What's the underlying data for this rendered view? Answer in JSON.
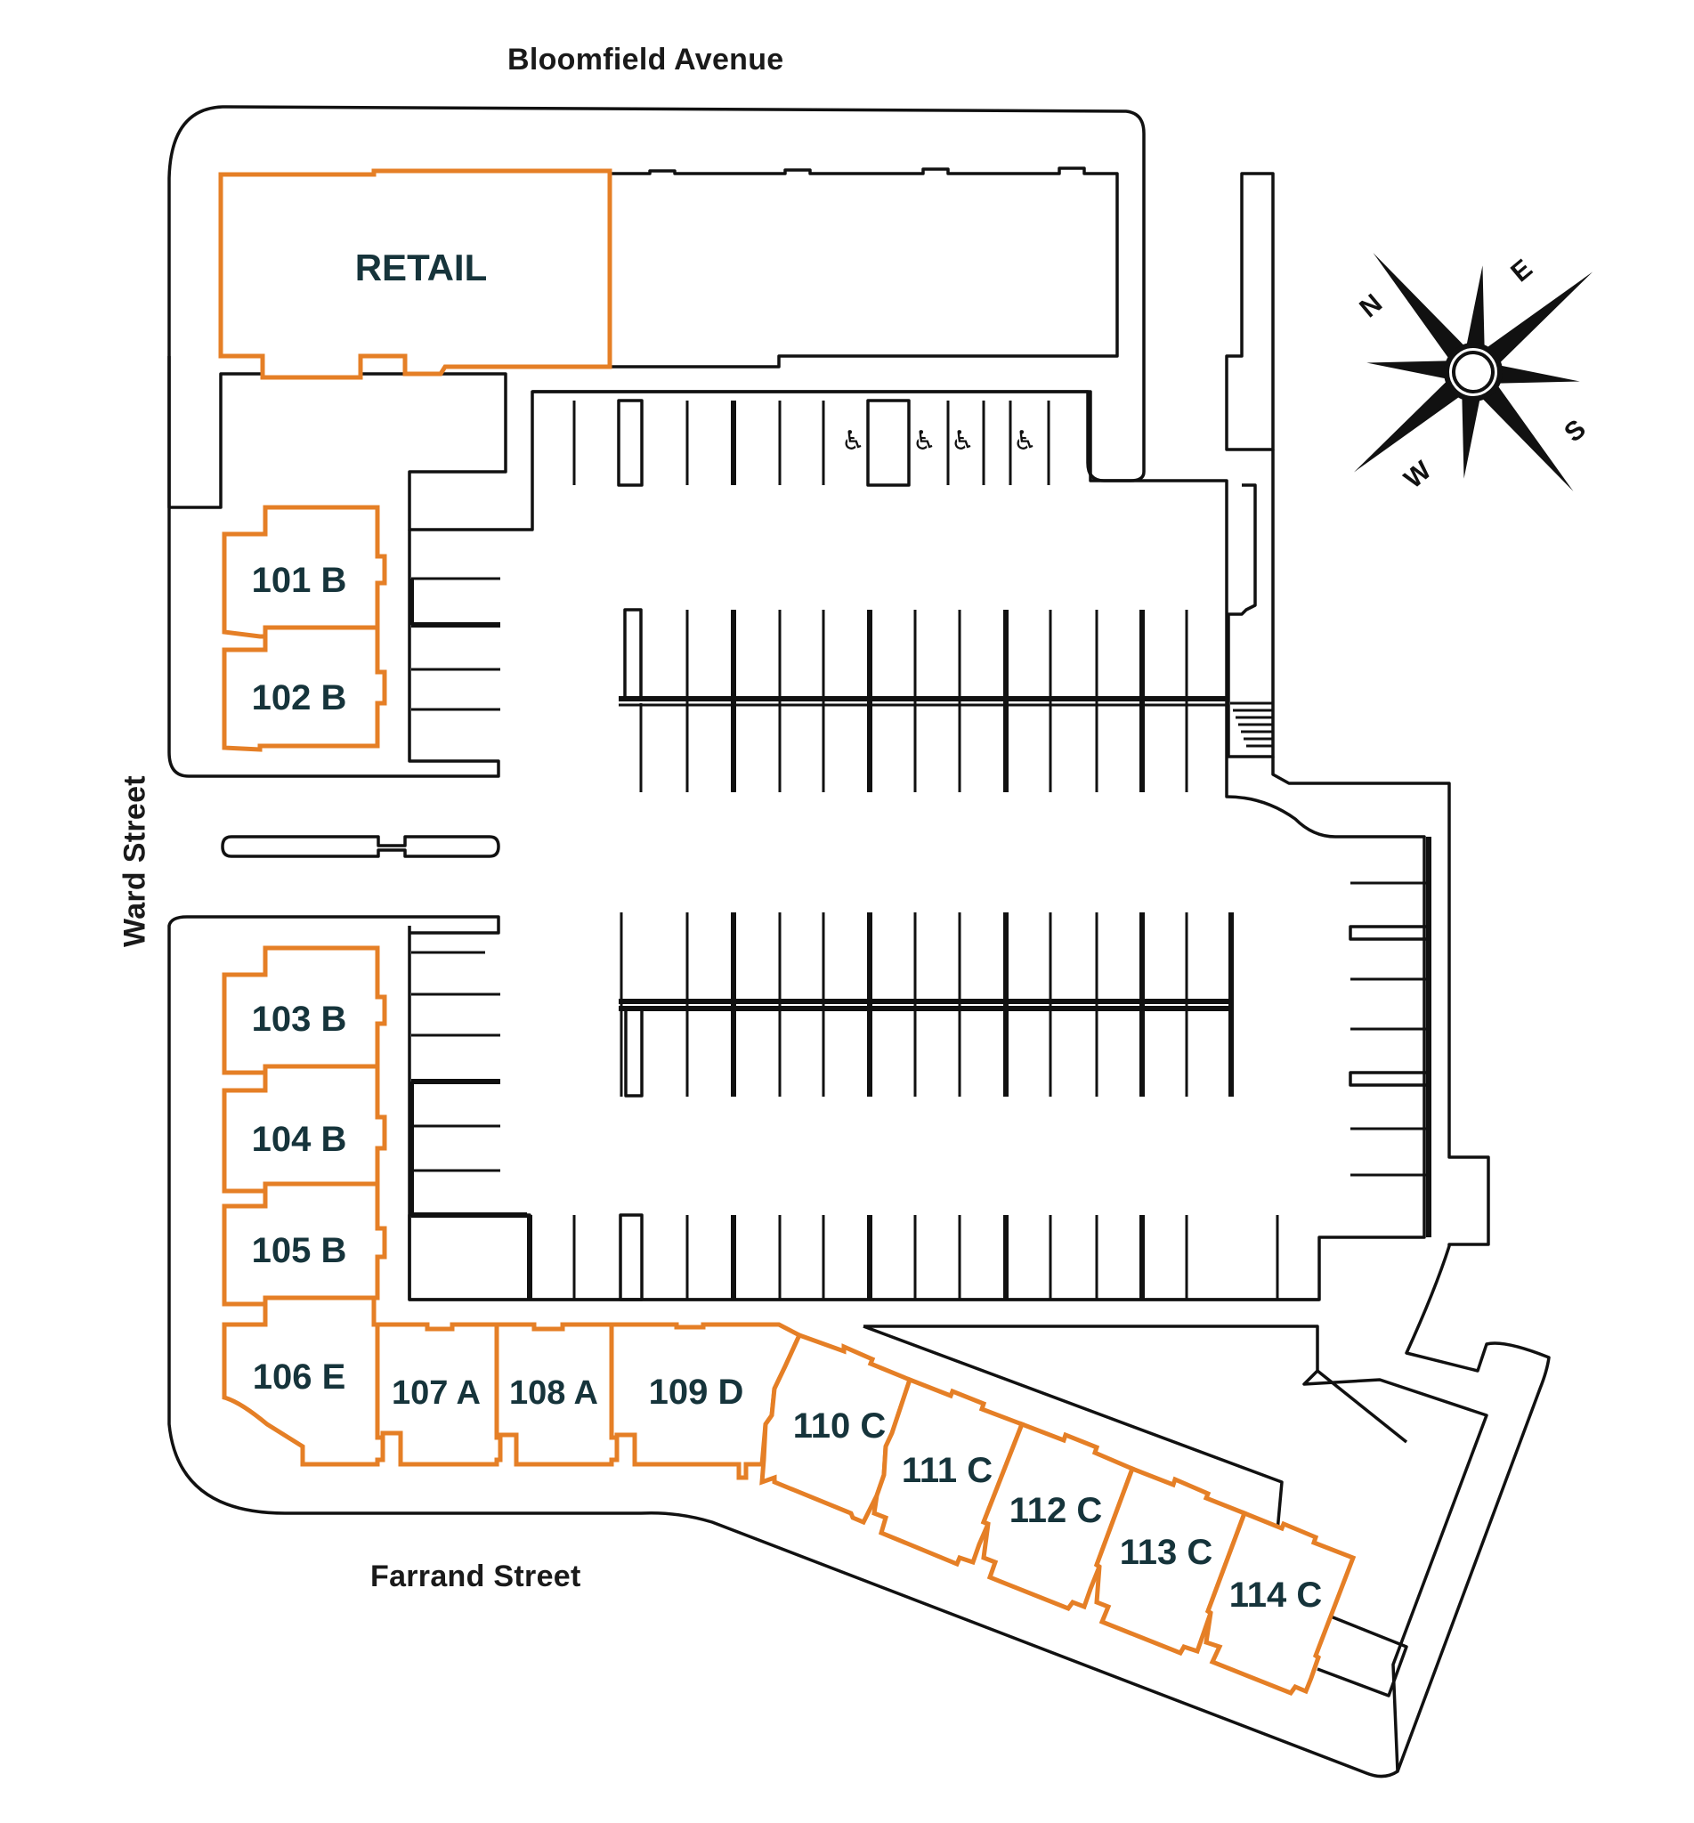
{
  "streets": {
    "north": "Bloomfield Avenue",
    "south": "Farrand Street",
    "west": "Ward Street"
  },
  "units": [
    {
      "id": "retail",
      "label": "RETAIL"
    },
    {
      "id": "101",
      "label": "101 B"
    },
    {
      "id": "102",
      "label": "102 B"
    },
    {
      "id": "103",
      "label": "103 B"
    },
    {
      "id": "104",
      "label": "104 B"
    },
    {
      "id": "105",
      "label": "105 B"
    },
    {
      "id": "106",
      "label": "106 E"
    },
    {
      "id": "107",
      "label": "107 A"
    },
    {
      "id": "108",
      "label": "108 A"
    },
    {
      "id": "109",
      "label": "109 D"
    },
    {
      "id": "110",
      "label": "110 C"
    },
    {
      "id": "111",
      "label": "111 C"
    },
    {
      "id": "112",
      "label": "112 C"
    },
    {
      "id": "113",
      "label": "113 C"
    },
    {
      "id": "114",
      "label": "114 C"
    }
  ],
  "compass": {
    "n": "N",
    "e": "E",
    "s": "S",
    "w": "W"
  },
  "colors": {
    "unit_outline": "#e57f26",
    "unit_text": "#16343b",
    "line": "#111111"
  },
  "icons": [
    "accessible-parking-icon",
    "compass-rose-icon"
  ]
}
